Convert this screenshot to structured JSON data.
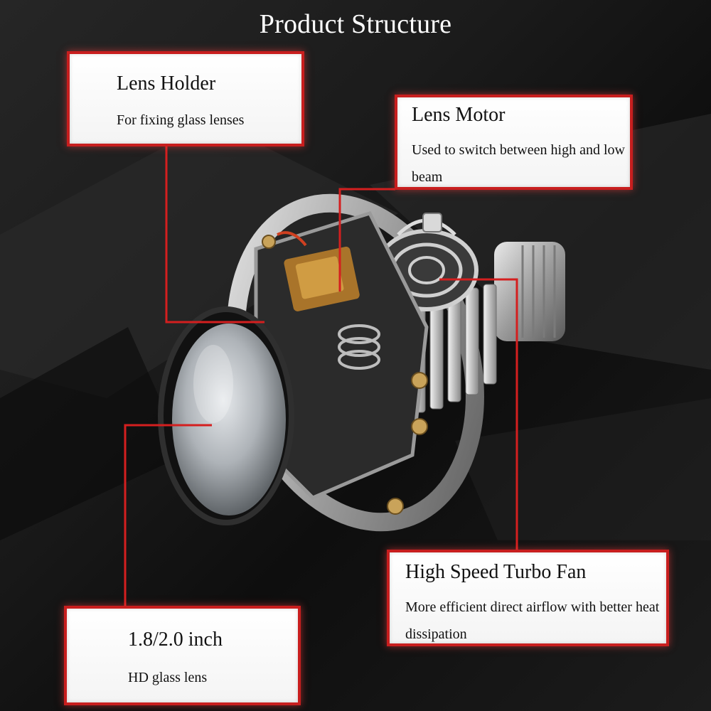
{
  "page": {
    "title": "Product Structure"
  },
  "callouts": {
    "lens_holder": {
      "heading": "Lens Holder",
      "description": "For fixing glass lenses"
    },
    "lens_motor": {
      "heading": "Lens Motor",
      "description": "Used to switch between high and low beam"
    },
    "turbo_fan": {
      "heading": "High Speed Turbo Fan",
      "description": "More efficient direct airflow with better heat dissipation"
    },
    "glass_lens": {
      "heading": "1.8/2.0 inch",
      "description": "HD glass lens"
    }
  },
  "colors": {
    "accent_red": "#c81e1e",
    "callout_fill": "#ffffff",
    "background": "#141414",
    "title_text": "#ffffff"
  },
  "icons": {
    "product": "projector-lens-assembly"
  }
}
